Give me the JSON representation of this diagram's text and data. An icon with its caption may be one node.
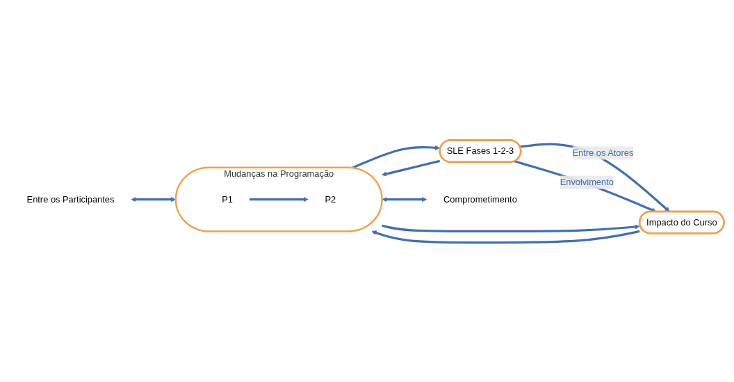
{
  "diagram": {
    "nodes": [
      {
        "text": [
          "SLE Fases 1-2-3"
        ]
      },
      {
        "text": [
          "Mudanças na Programação"
        ]
      },
      {
        "text": [
          "P1"
        ],
        "in": 1
      },
      {
        "text": [
          "P2"
        ],
        "in": 1
      },
      {
        "text": [
          "Impacto do Curso"
        ]
      },
      {
        "text": [
          "Entre os Participantes"
        ]
      },
      {
        "text": [
          "Comprometimento"
        ]
      }
    ],
    "edges": [
      {
        "from": 0,
        "to": 4,
        "arrow": "to",
        "label": "Entre os Atores"
      },
      {
        "from": 1,
        "to": 0,
        "arrow": "to"
      },
      {
        "from": 0,
        "to": 1,
        "arrow": "to"
      },
      {
        "from": 2,
        "to": 3,
        "arrow": "to"
      },
      {
        "from": 4,
        "to": 1,
        "arrow": "to"
      },
      {
        "from": 1,
        "to": 4,
        "arrow": "to"
      },
      {
        "from": 5,
        "to": 1,
        "arrow": "both"
      },
      {
        "from": 1,
        "to": 6,
        "arrow": "both"
      },
      {
        "from": 0,
        "to": 4,
        "arrow": "to",
        "label": "Envolvimento"
      }
    ]
  }
}
